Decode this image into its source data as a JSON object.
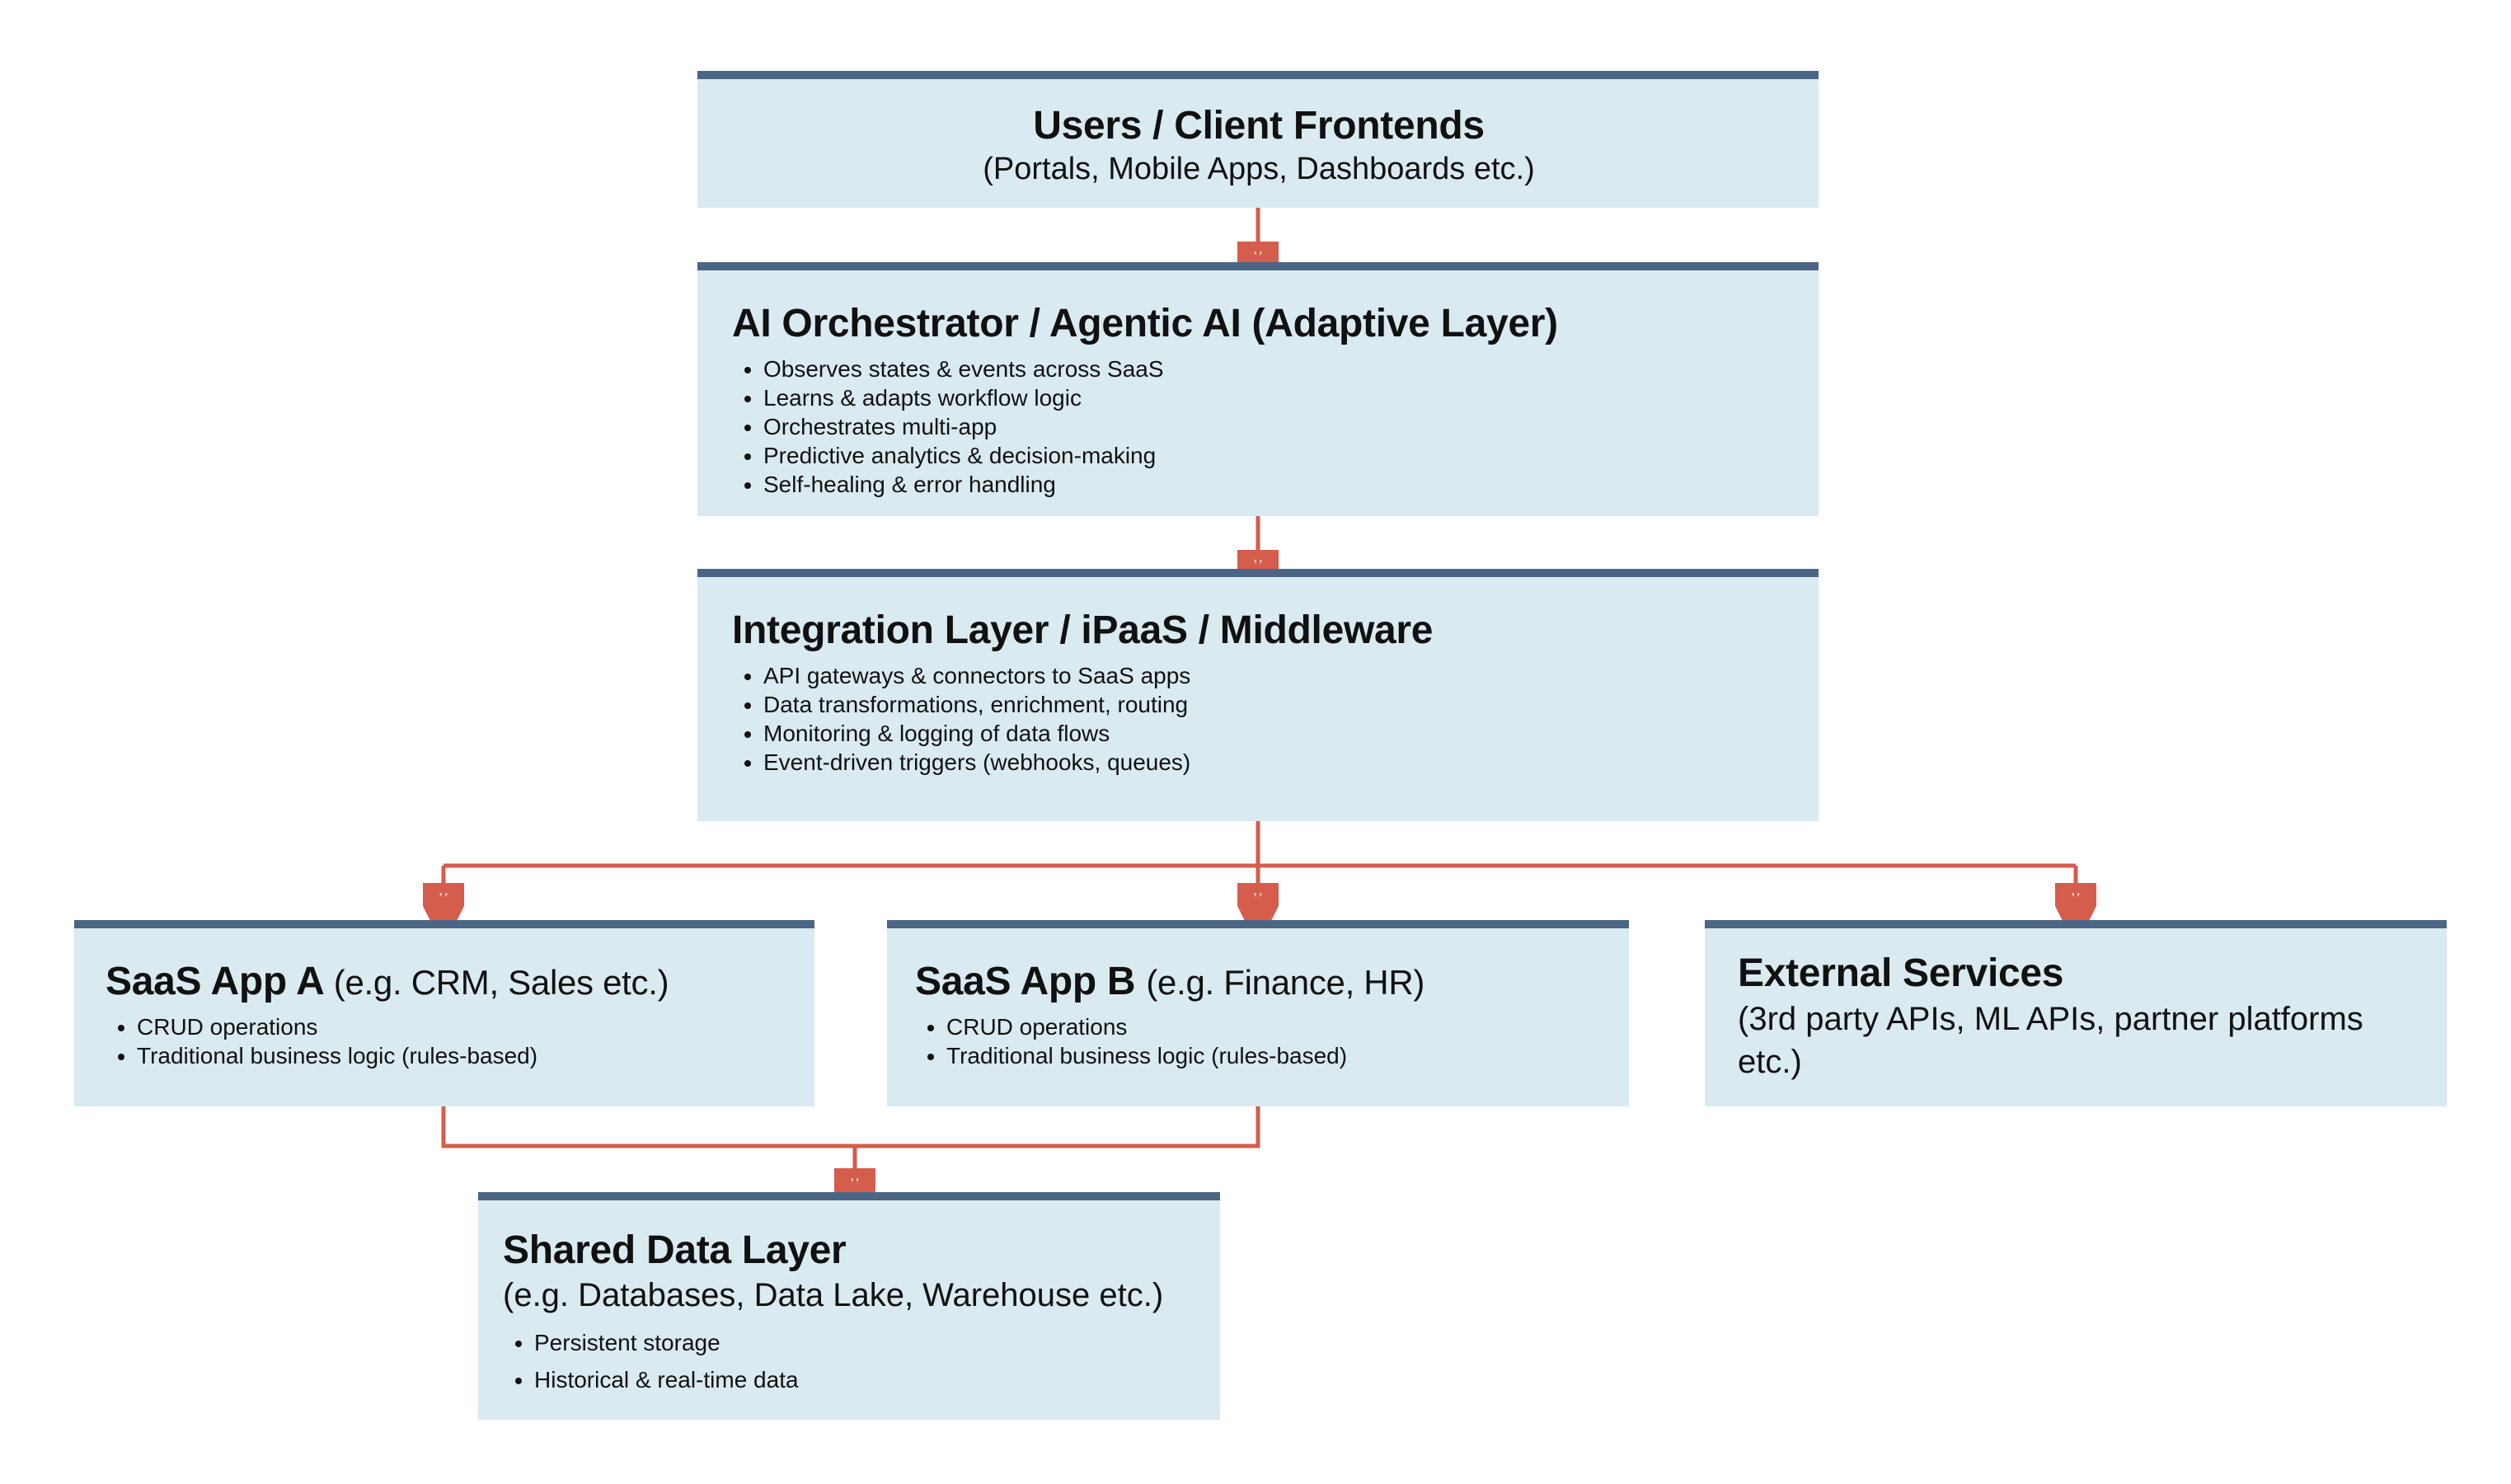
{
  "nodes": {
    "users": {
      "title": "Users / Client Frontends",
      "subtitle": "(Portals, Mobile Apps, Dashboards etc.)"
    },
    "orchestrator": {
      "title": "AI Orchestrator / Agentic AI (Adaptive Layer)",
      "items": [
        "Observes states & events across SaaS",
        "Learns & adapts workflow logic",
        "Orchestrates multi-app",
        "Predictive analytics & decision-making",
        "Self-healing & error handling"
      ]
    },
    "integration": {
      "title": "Integration Layer / iPaaS / Middleware",
      "items": [
        "API gateways & connectors to SaaS apps",
        "Data transformations, enrichment, routing",
        "Monitoring & logging of data flows",
        "Event-driven triggers (webhooks, queues)"
      ]
    },
    "saas_a": {
      "title": "SaaS App A",
      "title_note": "(e.g. CRM, Sales etc.)",
      "items": [
        "CRUD operations",
        "Traditional business logic (rules-based)"
      ]
    },
    "saas_b": {
      "title": "SaaS App B",
      "title_note": "(e.g. Finance, HR)",
      "items": [
        "CRUD operations",
        "Traditional business logic (rules-based)"
      ]
    },
    "external": {
      "title": "External Services",
      "subtitle": "(3rd party APIs, ML APIs, partner platforms etc.)"
    },
    "shared": {
      "title": "Shared Data Layer",
      "subtitle": "(e.g. Databases, Data Lake, Warehouse etc.)",
      "items": [
        "Persistent storage",
        "Historical & real-time data"
      ]
    }
  },
  "colors": {
    "box_fill": "#daeaf1",
    "box_top_border": "#4b6585",
    "connector": "#d45d4c"
  }
}
